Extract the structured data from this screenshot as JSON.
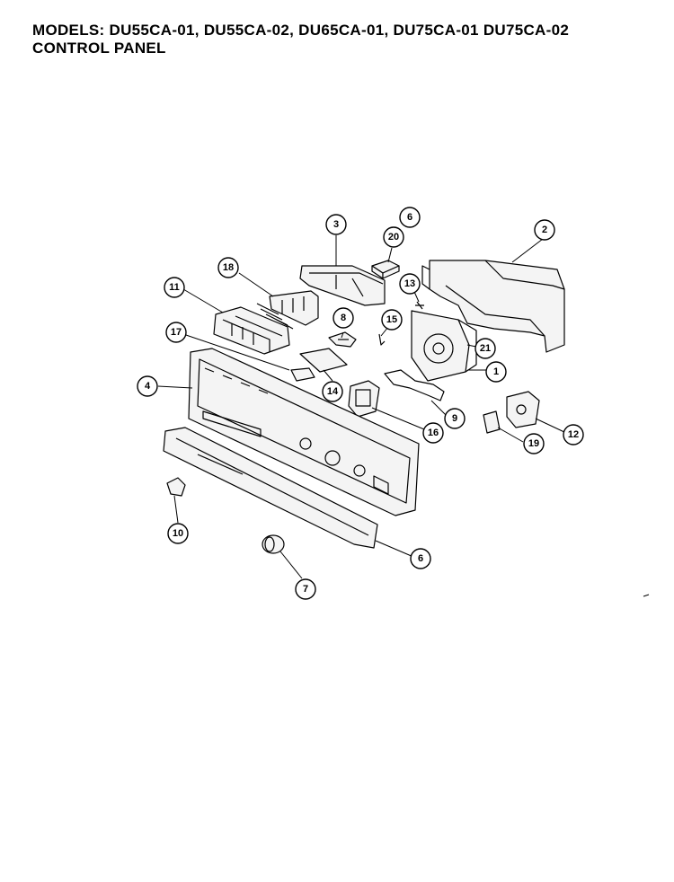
{
  "header": {
    "models_line": "MODELS: DU55CA-01, DU55CA-02, DU65CA-01, DU75CA-01 DU75CA-02",
    "section_title": "CONTROL PANEL"
  },
  "callouts": [
    {
      "id": "c1",
      "label": "1"
    },
    {
      "id": "c2",
      "label": "2"
    },
    {
      "id": "c3",
      "label": "3"
    },
    {
      "id": "c4",
      "label": "4"
    },
    {
      "id": "c6a",
      "label": "6"
    },
    {
      "id": "c6b",
      "label": "6"
    },
    {
      "id": "c7",
      "label": "7"
    },
    {
      "id": "c8",
      "label": "8"
    },
    {
      "id": "c9",
      "label": "9"
    },
    {
      "id": "c10",
      "label": "10"
    },
    {
      "id": "c11",
      "label": "11"
    },
    {
      "id": "c12",
      "label": "12"
    },
    {
      "id": "c13",
      "label": "13"
    },
    {
      "id": "c14",
      "label": "14"
    },
    {
      "id": "c15",
      "label": "15"
    },
    {
      "id": "c16",
      "label": "16"
    },
    {
      "id": "c17",
      "label": "17"
    },
    {
      "id": "c18",
      "label": "18"
    },
    {
      "id": "c19",
      "label": "19"
    },
    {
      "id": "c20",
      "label": "20"
    },
    {
      "id": "c21",
      "label": "21"
    }
  ]
}
